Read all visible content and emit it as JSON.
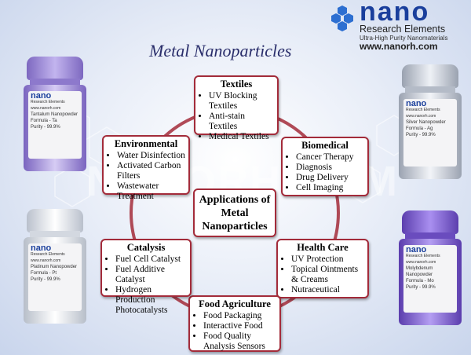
{
  "title": "Metal Nanoparticles",
  "logo": {
    "word": "nano",
    "subtitle": "Research Elements",
    "tagline": "Ultra-High Purity Nanomaterials",
    "url": "www.nanorh.com"
  },
  "watermark": "NANORH.COM",
  "center": {
    "line1": "Applications of",
    "line2": "Metal",
    "line3": "Nanoparticles"
  },
  "nodes": {
    "textiles": {
      "title": "Textiles",
      "items": [
        "UV Blocking Textiles",
        "Anti-stain Textiles",
        "Medical Textiles"
      ]
    },
    "biomedical": {
      "title": "Biomedical",
      "items": [
        "Cancer Therapy",
        "Diagnosis",
        "Drug Delivery",
        "Cell Imaging"
      ]
    },
    "health": {
      "title": "Health Care",
      "items": [
        "UV Protection",
        "Topical Ointments & Creams",
        "Nutraceutical"
      ]
    },
    "food": {
      "title": "Food Agriculture",
      "items": [
        "Food Packaging",
        "Interactive Food",
        "Food Quality Analysis Sensors"
      ]
    },
    "catalysis": {
      "title": "Catalysis",
      "items": [
        "Fuel Cell Catalyst",
        "Fuel Additive Catalyst",
        "Hydrogen Production Photocatalysts"
      ]
    },
    "environmental": {
      "title": "Environmental",
      "items": [
        "Water Disinfection",
        "Activated Carbon Filters",
        "Wastewater Treatment"
      ]
    }
  },
  "bottles": {
    "tl": {
      "brand": "nano",
      "brand_sub": "Research Elements",
      "site": "www.nanorh.com",
      "name": "Tantalum Nanopowder",
      "formula": "Formula - Ta",
      "purity": "Purity - 99.9%",
      "cap": "#9d8ad6"
    },
    "bl": {
      "brand": "nano",
      "brand_sub": "Research Elements",
      "site": "www.nanorh.com",
      "name": "Platinum Nanopowder",
      "formula": "Formula - Pt",
      "purity": "Purity - 99.9%",
      "cap": "#e8ecf2"
    },
    "tr": {
      "brand": "nano",
      "brand_sub": "Research Elements",
      "site": "www.nanorh.com",
      "name": "Silver Nanopowder",
      "formula": "Formula - Ag",
      "purity": "Purity - 99.9%",
      "cap": "#c3c9d4"
    },
    "br": {
      "brand": "nano",
      "brand_sub": "Research Elements",
      "site": "www.nanorh.com",
      "name": "Molybdenum Nanopowder",
      "formula": "Formula - Mo",
      "purity": "Purity - 99.9%",
      "cap": "#7b5cd0"
    }
  },
  "colors": {
    "border": "#a32b3a",
    "ring": "#a32b3a",
    "title": "#2a2e6b",
    "logo": "#1a3f9c"
  }
}
